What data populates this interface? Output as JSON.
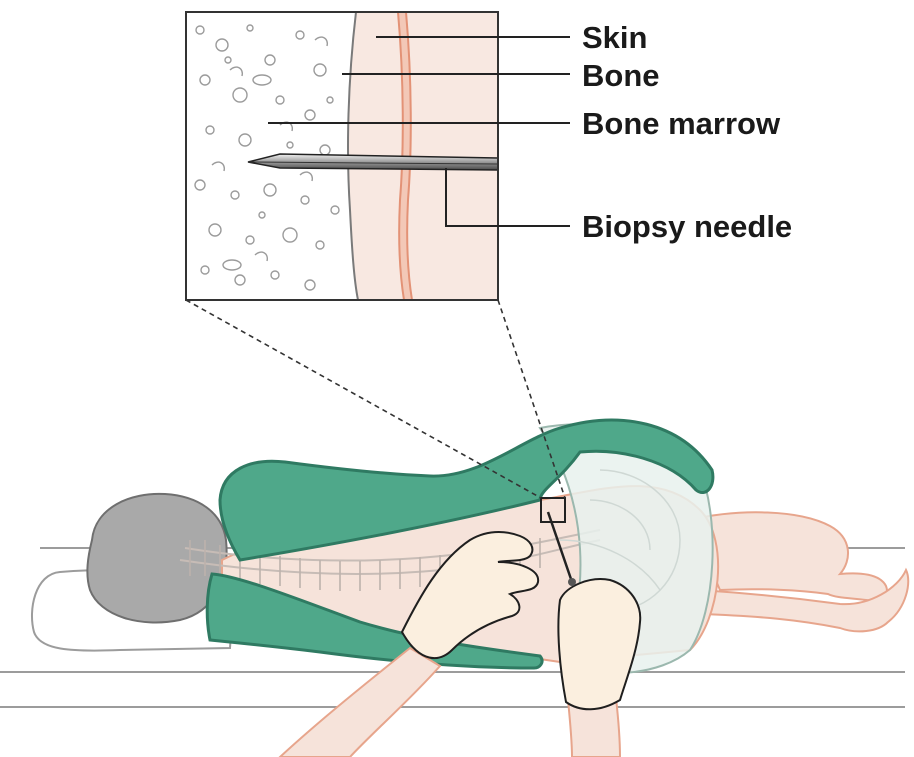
{
  "labels": {
    "skin": "Skin",
    "bone": "Bone",
    "bone_marrow": "Bone marrow",
    "biopsy_needle": "Biopsy needle"
  },
  "colors": {
    "gown": "#4fa88a",
    "gown_outline": "#2f7a62",
    "skin_fill": "#f6e3da",
    "skin_line": "#e7a58c",
    "hair": "#a9a9a9",
    "glove": "#fbefdf",
    "bone_fill": "#f8e8e1",
    "marrow_fill": "#ffffff",
    "line": "#222222"
  },
  "icons": {
    "needle": "biopsy-needle-icon",
    "hands": "gloved-hands-icon"
  }
}
